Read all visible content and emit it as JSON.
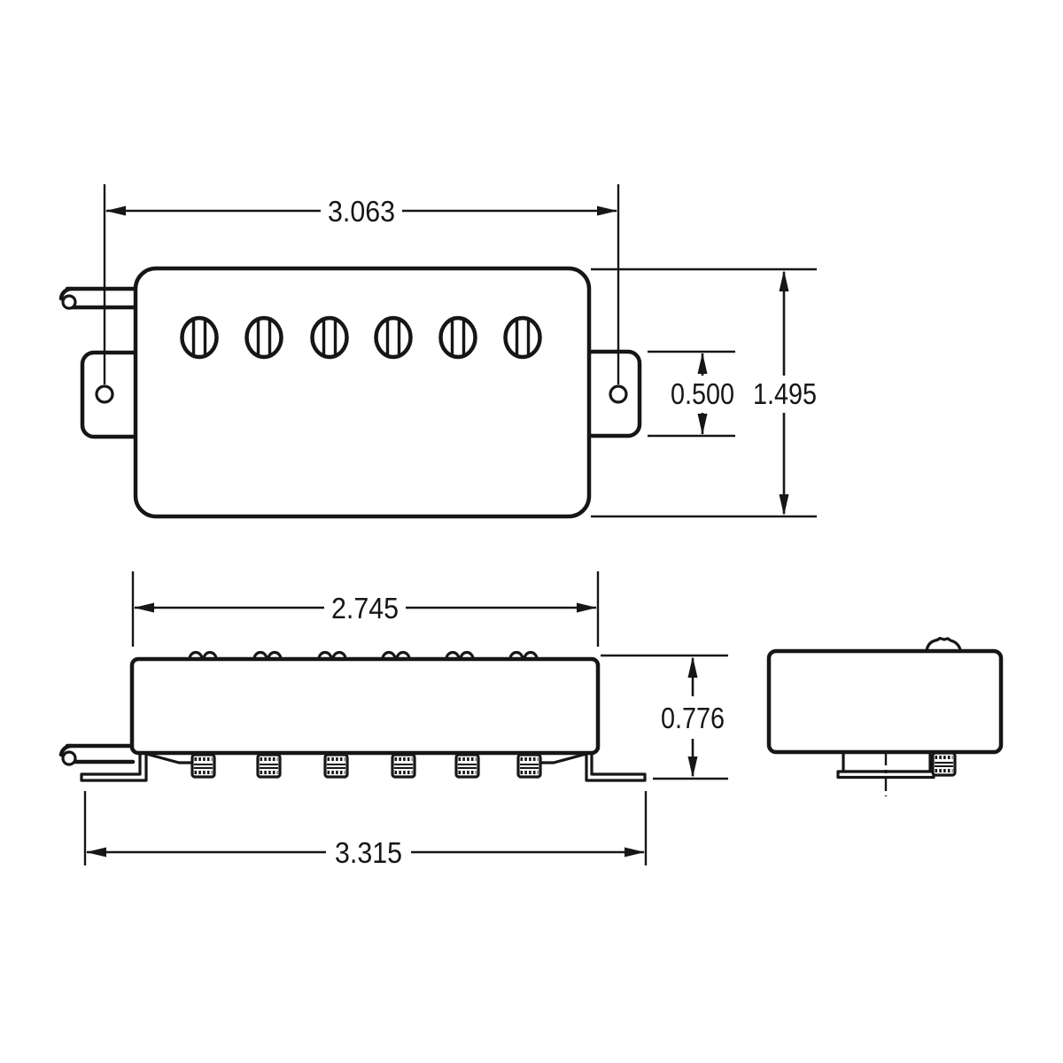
{
  "drawing": {
    "subject": "humbucker-pickup-dimension-drawing",
    "units": "inches",
    "ink_color": "#161616",
    "background_color": "#ffffff",
    "pole_screw_count": 6,
    "bottom_screw_count": 6
  },
  "views": {
    "front": {
      "name": "front-view",
      "features": [
        "cover",
        "six-slotted-pole-screws",
        "left-mounting-ear",
        "right-mounting-ear",
        "two-mounting-holes",
        "lead-wire"
      ]
    },
    "side": {
      "name": "side-view",
      "features": [
        "cover",
        "pole-screw-tips",
        "six-adjustment-screws",
        "left-mounting-leg",
        "right-mounting-leg",
        "lead-wire"
      ]
    },
    "end": {
      "name": "end-view",
      "features": [
        "cover",
        "pole-screw-head",
        "bottom-spacer-tab",
        "adjustment-screw",
        "center-line"
      ]
    }
  },
  "dimensions": {
    "front_hole_spacing": {
      "value": "3.063",
      "view": "front",
      "orientation": "horizontal"
    },
    "front_ear_height": {
      "value": "0.500",
      "view": "front",
      "orientation": "vertical"
    },
    "front_overall_height": {
      "value": "1.495",
      "view": "front",
      "orientation": "vertical"
    },
    "side_cover_width": {
      "value": "2.745",
      "view": "side",
      "orientation": "horizontal"
    },
    "side_overall_height": {
      "value": "0.776",
      "view": "side",
      "orientation": "vertical"
    },
    "side_mounting_length": {
      "value": "3.315",
      "view": "side",
      "orientation": "horizontal"
    }
  }
}
